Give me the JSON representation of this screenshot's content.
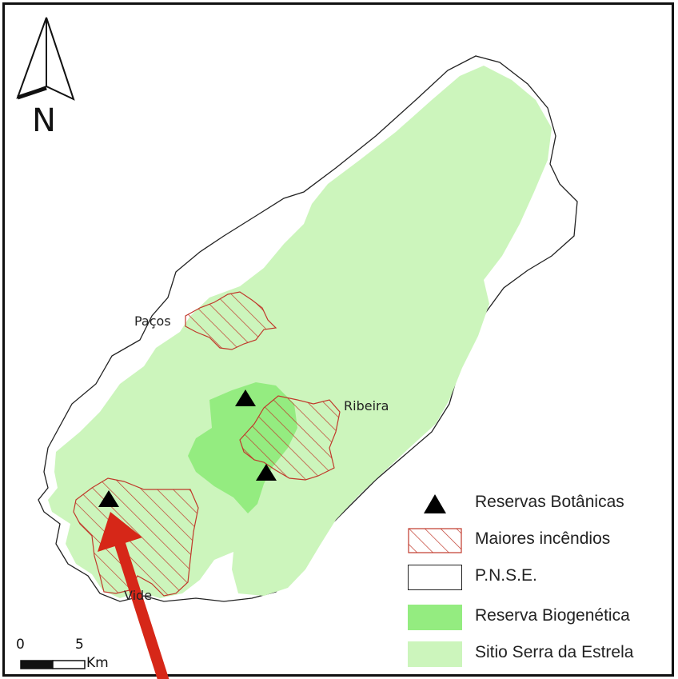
{
  "map": {
    "north_label": "N",
    "places": {
      "pacos": "Paços",
      "ribeira": "Ribeira",
      "vide": "Vide"
    },
    "scale": {
      "tick_0": "0",
      "tick_5": "5",
      "unit": "Km"
    },
    "legend": [
      {
        "label": "Reservas Botânicas",
        "symbol": "black-triangle"
      },
      {
        "label": "Maiores incêndios",
        "symbol": "red-hatched"
      },
      {
        "label": "P.N.S.E.",
        "symbol": "white-outline"
      },
      {
        "label": "Reserva Biogenética",
        "symbol": "green-fill"
      },
      {
        "label": "Sitio Serra da Estrela",
        "symbol": "light-green-fill"
      }
    ],
    "colors": {
      "pnse_fill": "#ffffff",
      "sitio": "#ccf5bc",
      "biogenetica": "#94ec80",
      "fire_hatch": "#c0392b",
      "triangle": "#000000",
      "arrow": "#d62718"
    }
  }
}
